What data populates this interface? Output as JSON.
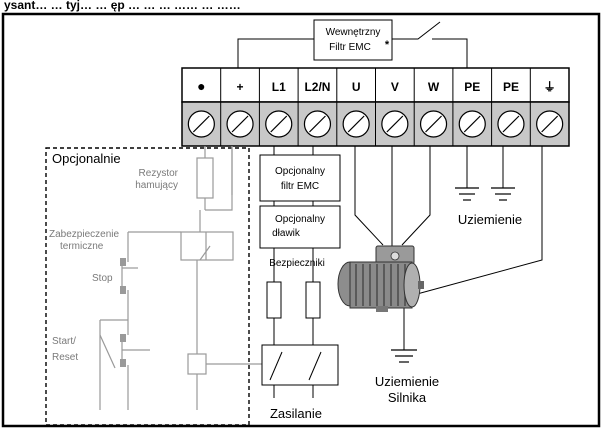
{
  "header": {
    "title": "ysant… … tyj… … ęp … … … …… … ……"
  },
  "internal_filter": {
    "line1": "Wewnętrzny",
    "line2": "Filtr EMC",
    "asterisk": "*"
  },
  "terminals": [
    "●",
    "+",
    "L1",
    "L2/N",
    "U",
    "V",
    "W",
    "PE",
    "PE",
    "⏚"
  ],
  "optional_box": {
    "title": "Opcjonalnie",
    "brake_resistor": [
      "Rezystor",
      "hamujący"
    ],
    "thermal_protection": [
      "Zabezpieczenie",
      "termiczne"
    ],
    "stop": "Stop",
    "start_reset": [
      "Start/",
      "Reset"
    ]
  },
  "emc_filter": [
    "Opcjonalny",
    "filtr EMC"
  ],
  "choke": [
    "Opcjonalny",
    "dławik"
  ],
  "fuses": "Bezpieczniki",
  "supply": "Zasilanie",
  "ground": "Uziemienie",
  "motor_ground": [
    "Uziemienie",
    "Silnika"
  ]
}
